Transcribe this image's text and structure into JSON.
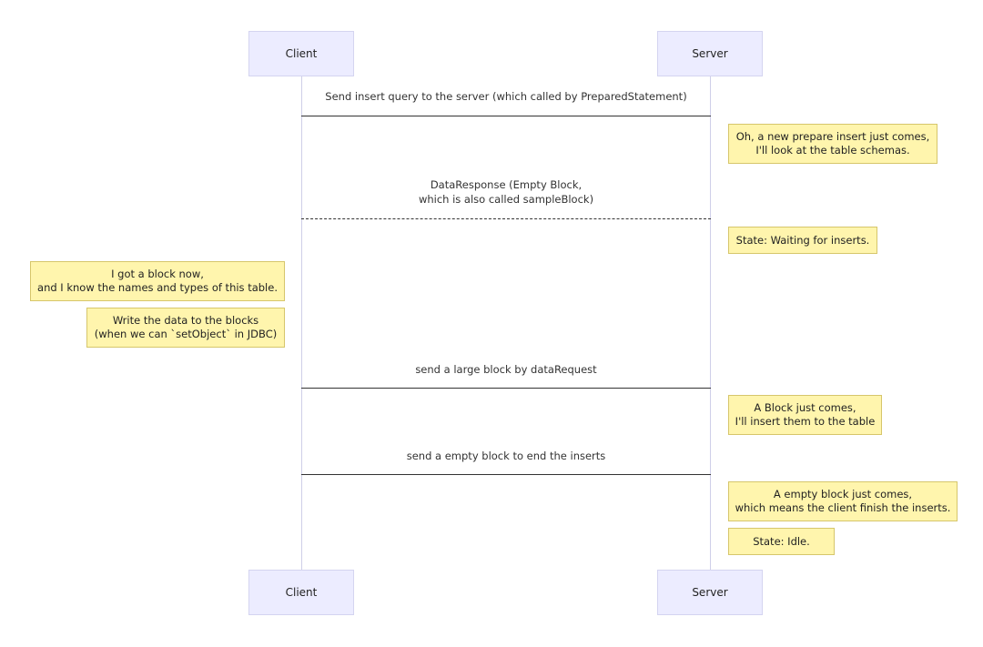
{
  "participants": {
    "client": "Client",
    "server": "Server"
  },
  "messages": [
    {
      "lines": [
        "Send insert query to the server (which called by PreparedStatement)"
      ],
      "style": "solid"
    },
    {
      "lines": [
        "DataResponse (Empty Block,",
        "which is also called sampleBlock)"
      ],
      "style": "dashed"
    },
    {
      "lines": [
        "send a large block by dataRequest"
      ],
      "style": "solid"
    },
    {
      "lines": [
        "send a empty block to end the inserts"
      ],
      "style": "solid"
    }
  ],
  "notes": [
    {
      "side": "server",
      "lines": [
        "Oh, a new prepare insert just comes,",
        "I'll look at the table schemas."
      ]
    },
    {
      "side": "server",
      "lines": [
        "State: Waiting for inserts."
      ]
    },
    {
      "side": "client",
      "lines": [
        "I got a block now,",
        "and I know the names and types of this table."
      ]
    },
    {
      "side": "client",
      "lines": [
        "Write the data to the blocks",
        "(when we can `setObject` in JDBC)"
      ]
    },
    {
      "side": "server",
      "lines": [
        "A Block just comes,",
        "I'll insert them to the table"
      ]
    },
    {
      "side": "server",
      "lines": [
        "A empty block just comes,",
        "which means the client finish the inserts."
      ]
    },
    {
      "side": "server",
      "lines": [
        "State: Idle."
      ]
    }
  ],
  "colors": {
    "actor_fill": "#ececff",
    "actor_border": "#d4d4f0",
    "note_fill": "#fff5ad",
    "note_border": "#d6c66b",
    "lifeline": "#cfcfe8",
    "message_line": "#333333"
  }
}
